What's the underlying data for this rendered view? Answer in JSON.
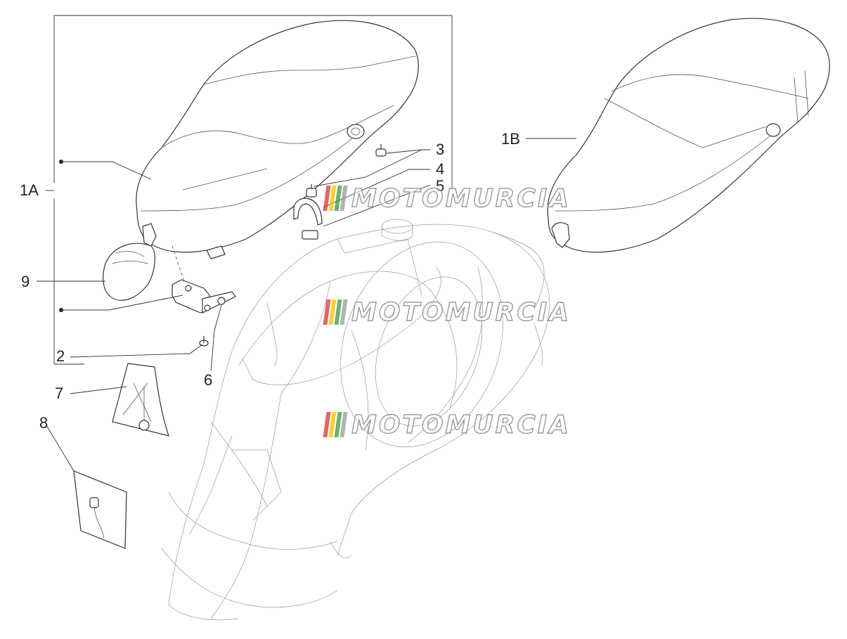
{
  "callouts": {
    "c1A": "1A",
    "c1B": "1B",
    "c2": "2",
    "c3": "3",
    "c4": "4",
    "c5": "5",
    "c6": "6",
    "c7": "7",
    "c8": "8",
    "c9": "9"
  },
  "watermark": {
    "text": "MOTOMURCIA",
    "flag_colors": [
      "#d9342b",
      "#f2c200",
      "#3a9a3a",
      "#9a9a9a"
    ]
  },
  "colors": {
    "line": "#333333",
    "faint_line": "#999999",
    "label": "#222222"
  }
}
